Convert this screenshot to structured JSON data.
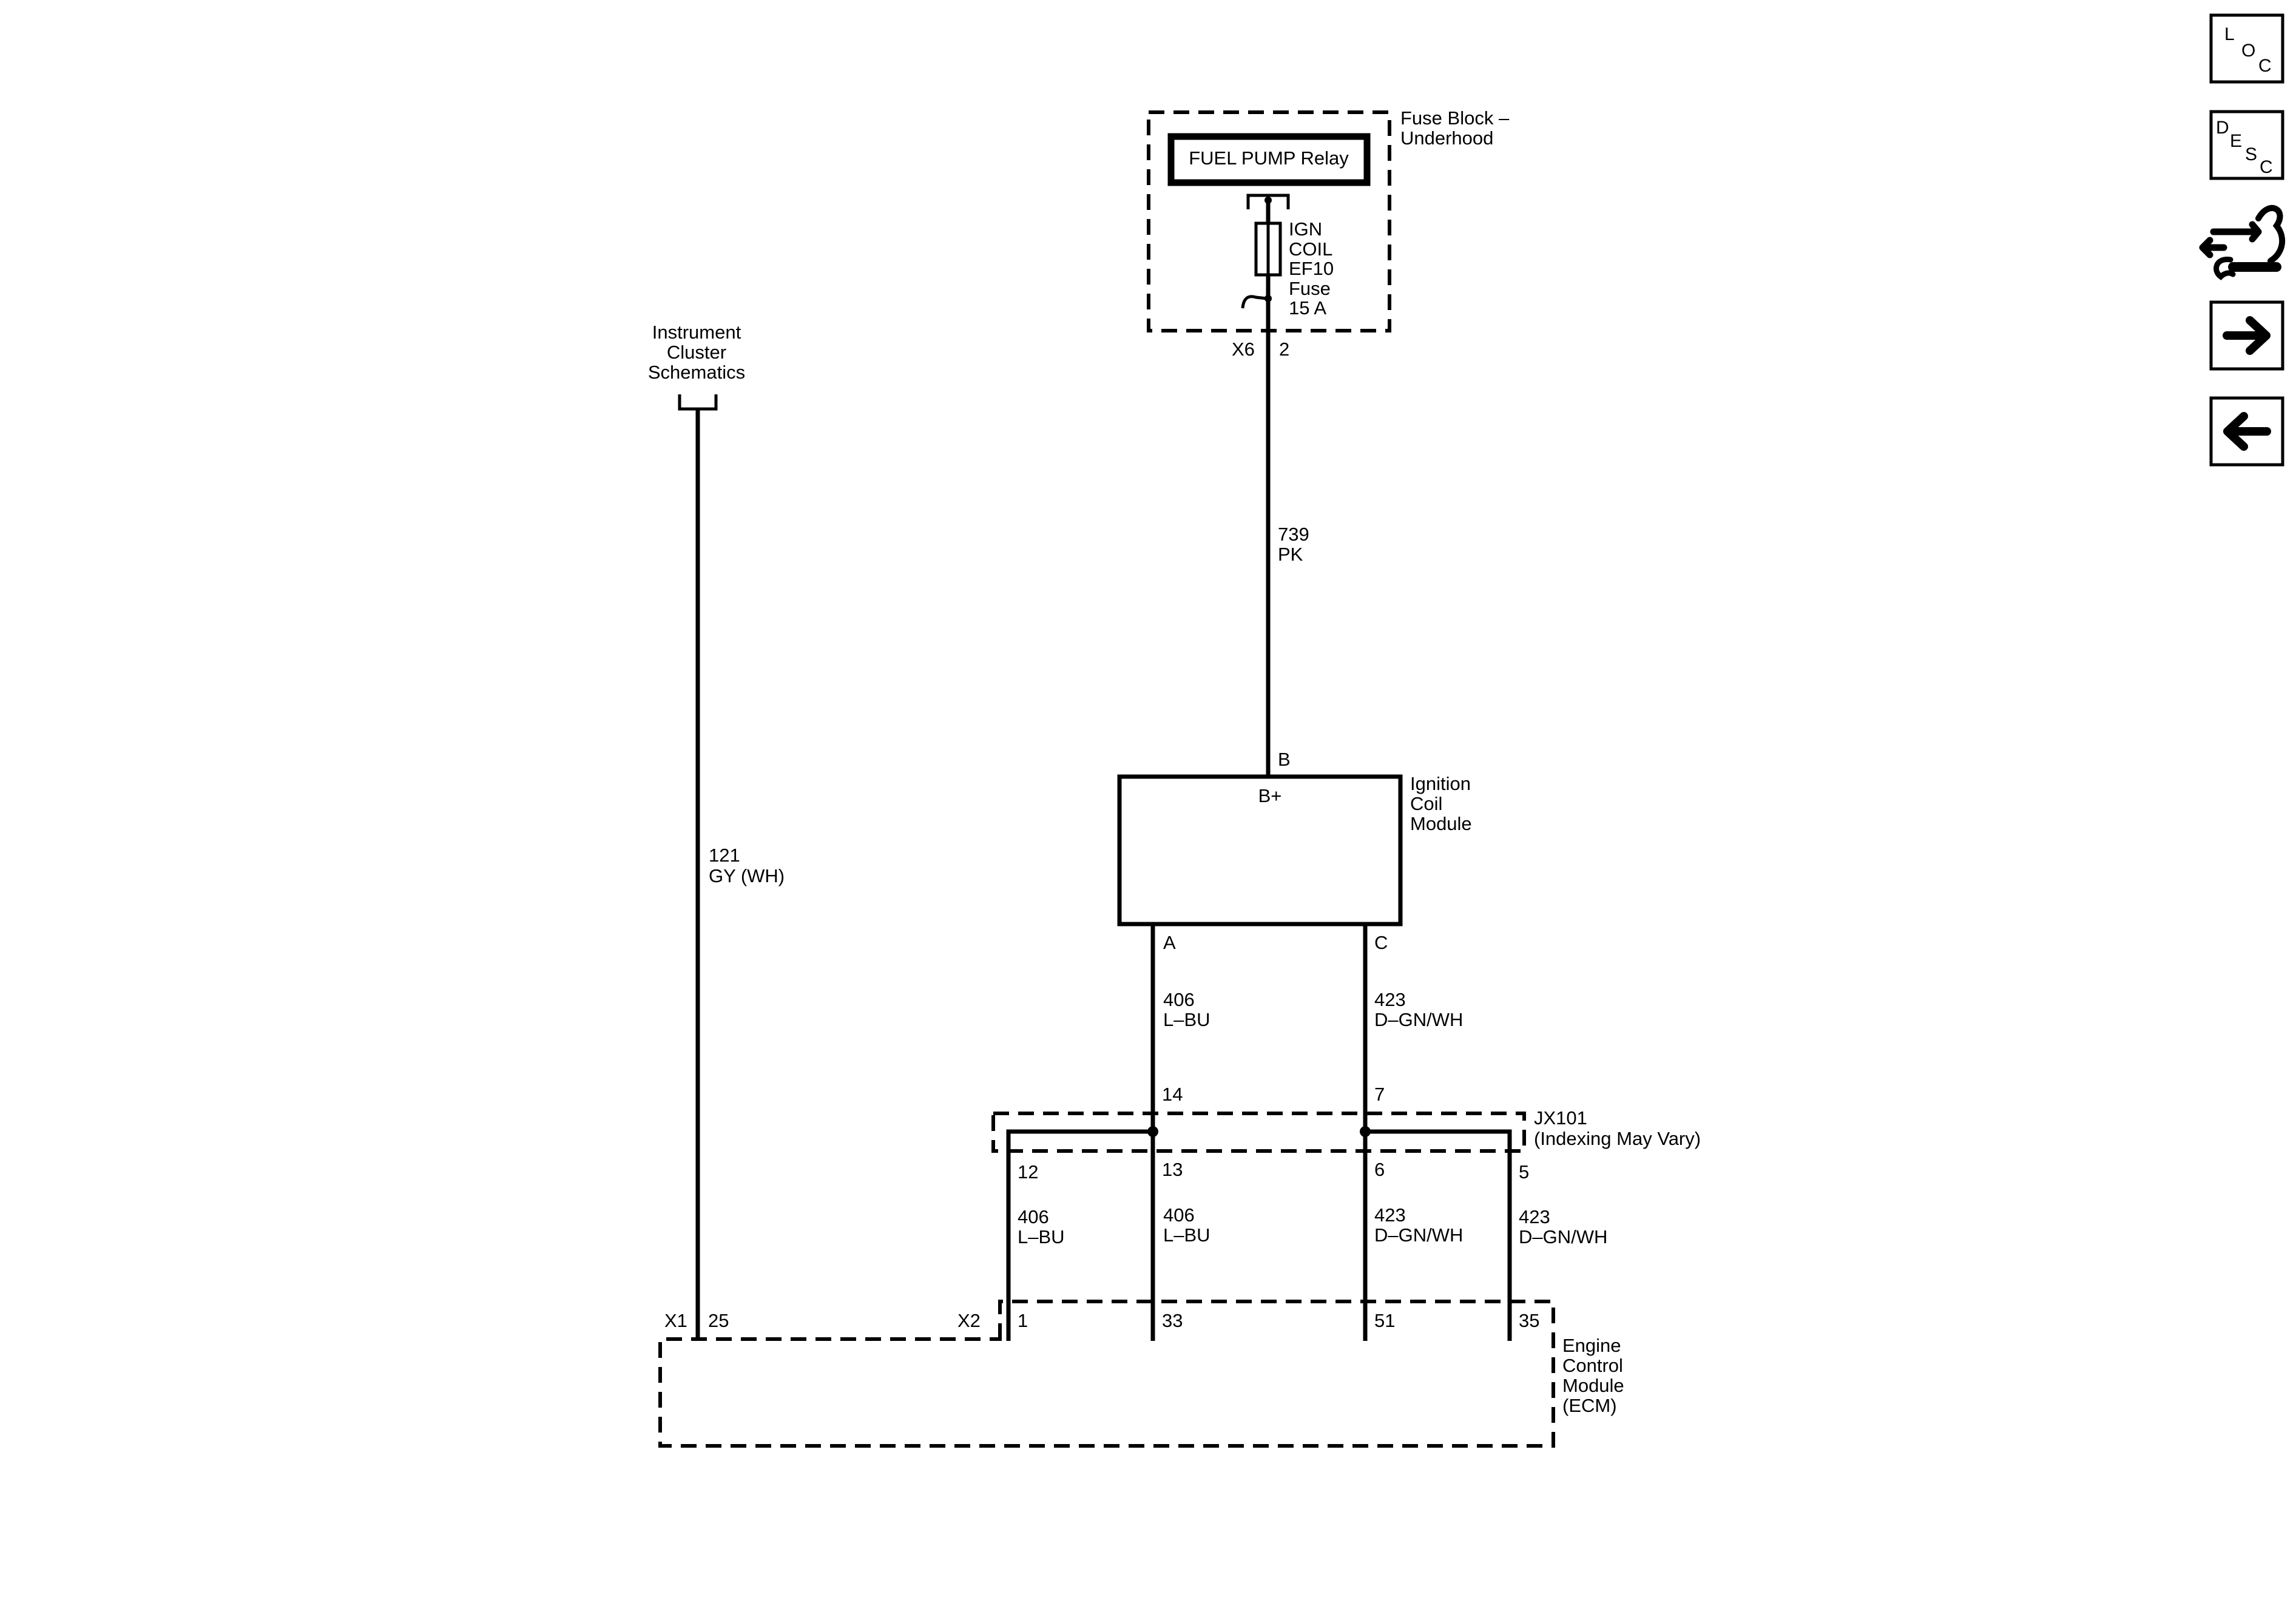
{
  "fuse_block": {
    "name_line1": "Fuse Block –",
    "name_line2": "Underhood"
  },
  "relay": {
    "label": "FUEL PUMP Relay"
  },
  "fuse": {
    "line1": "IGN",
    "line2": "COIL",
    "line3": "EF10",
    "line4": "Fuse",
    "line5": "15 A"
  },
  "fuse_connector": {
    "connector": "X6",
    "pin": "2"
  },
  "wire_739": {
    "circuit": "739",
    "color": "PK"
  },
  "instrument_cluster": {
    "line1": "Instrument",
    "line2": "Cluster",
    "line3": "Schematics"
  },
  "wire_121": {
    "circuit": "121",
    "color": "GY (WH)"
  },
  "ignition_coil": {
    "name_line1": "Ignition",
    "name_line2": "Coil",
    "name_line3": "Module",
    "pin_b": "B",
    "terminal": "B+",
    "pin_a": "A",
    "pin_c": "C"
  },
  "wire_406_upper": {
    "circuit": "406",
    "color": "L–BU"
  },
  "wire_423_upper": {
    "circuit": "423",
    "color": "D–GN/WH"
  },
  "splice": {
    "name": "JX101",
    "note": "(Indexing May Vary)",
    "pin_14": "14",
    "pin_7": "7",
    "pin_12": "12",
    "pin_13": "13",
    "pin_6": "6",
    "pin_5": "5"
  },
  "wire_406_left": {
    "circuit": "406",
    "color": "L–BU"
  },
  "wire_406_right": {
    "circuit": "406",
    "color": "L–BU"
  },
  "wire_423_left": {
    "circuit": "423",
    "color": "D–GN/WH"
  },
  "wire_423_right": {
    "circuit": "423",
    "color": "D–GN/WH"
  },
  "ecm": {
    "name_line1": "Engine",
    "name_line2": "Control",
    "name_line3": "Module",
    "name_line4": "(ECM)",
    "x1": "X1",
    "pin_25": "25",
    "x2": "X2",
    "pin_1": "1",
    "pin_33": "33",
    "pin_51": "51",
    "pin_35": "35"
  },
  "nav": {
    "loc": {
      "l1": "L",
      "l2": "O",
      "l3": "C"
    },
    "desc": {
      "l1": "D",
      "l2": "E",
      "l3": "S",
      "l4": "C"
    }
  }
}
